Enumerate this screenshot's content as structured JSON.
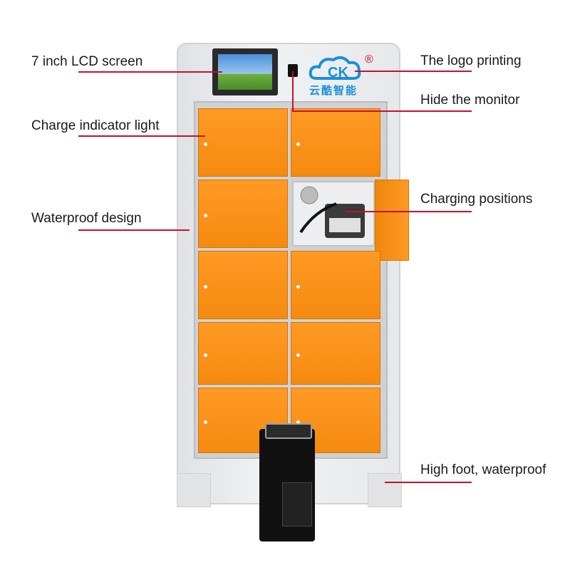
{
  "callouts": {
    "lcd": "7 inch LCD screen",
    "logo": "The logo printing",
    "indicator": "Charge indicator light",
    "monitor": "Hide the monitor",
    "waterproof": "Waterproof design",
    "charging": "Charging positions",
    "foot": "High foot, waterproof"
  },
  "brand": {
    "logo_letters": "CK",
    "registered": "®",
    "chinese_name": "云酷智能"
  },
  "colors": {
    "door": "#f58a10",
    "callout_line": "#c8102e",
    "logo": "#1c8fd8",
    "cabinet": "#e6e8ea"
  }
}
